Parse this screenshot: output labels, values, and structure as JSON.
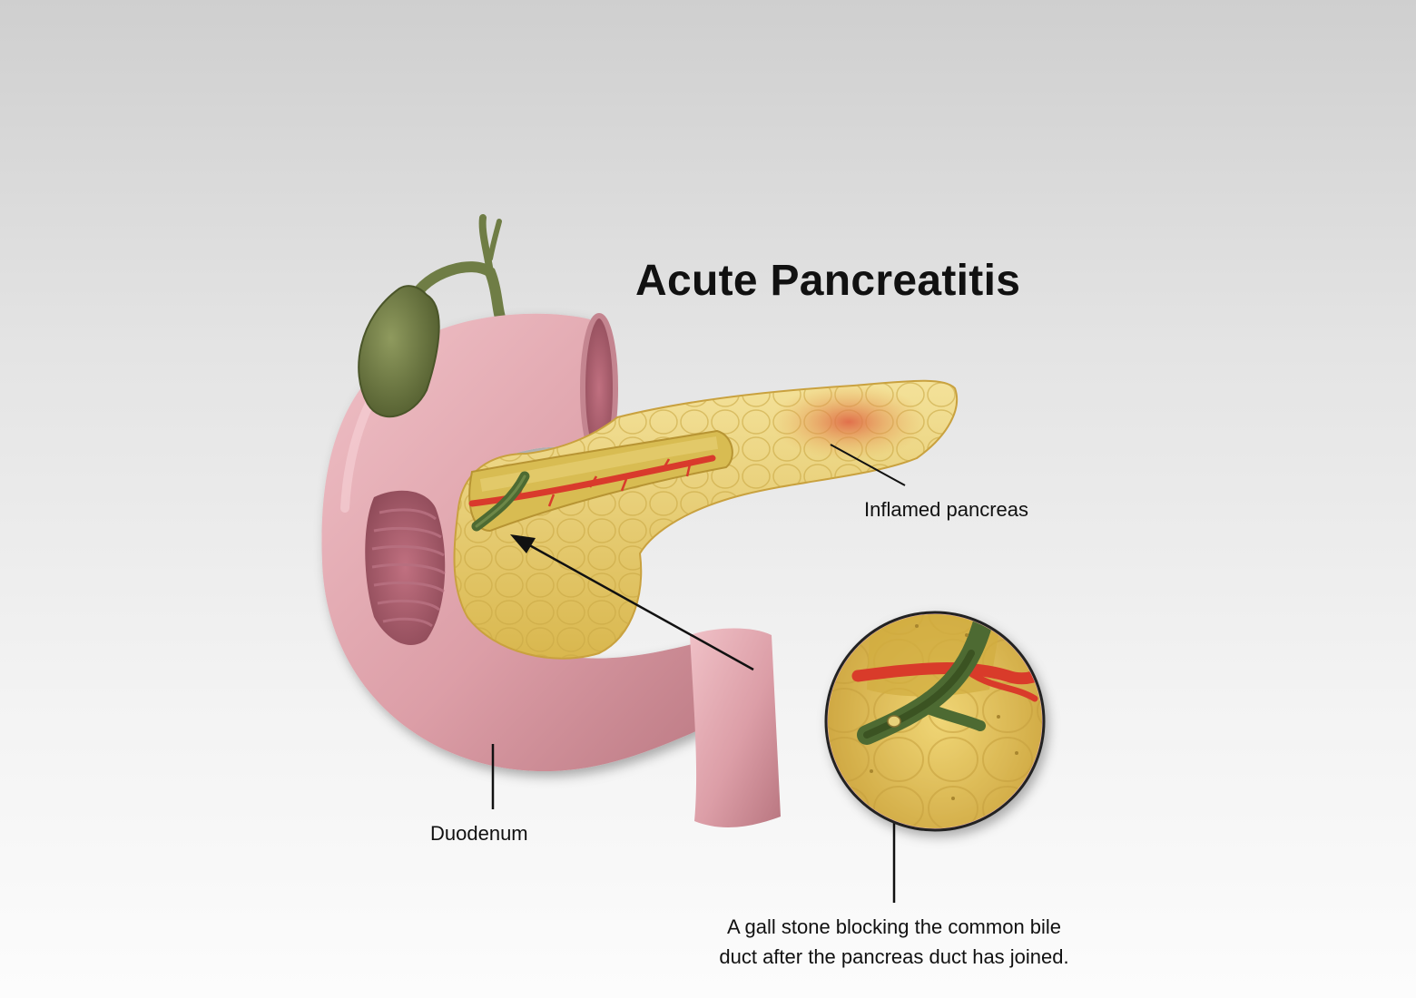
{
  "title": "Acute Pancreatitis",
  "labels": {
    "inflamed_pancreas": "Inflamed pancreas",
    "duodenum": "Duodenum",
    "gall_stone_line1": "A gall stone blocking the common bile",
    "gall_stone_line2": "duct after the pancreas duct has joined."
  },
  "colors": {
    "duodenum": "#d99ca5",
    "duodenum_inner": "#a9606c",
    "gallbladder": "#6f7d45",
    "pancreas": "#e8cf6a",
    "pancreas_inflamed": "#e07a4a",
    "blood_vessel": "#d93a2c",
    "bile_duct": "#4d6a32"
  }
}
